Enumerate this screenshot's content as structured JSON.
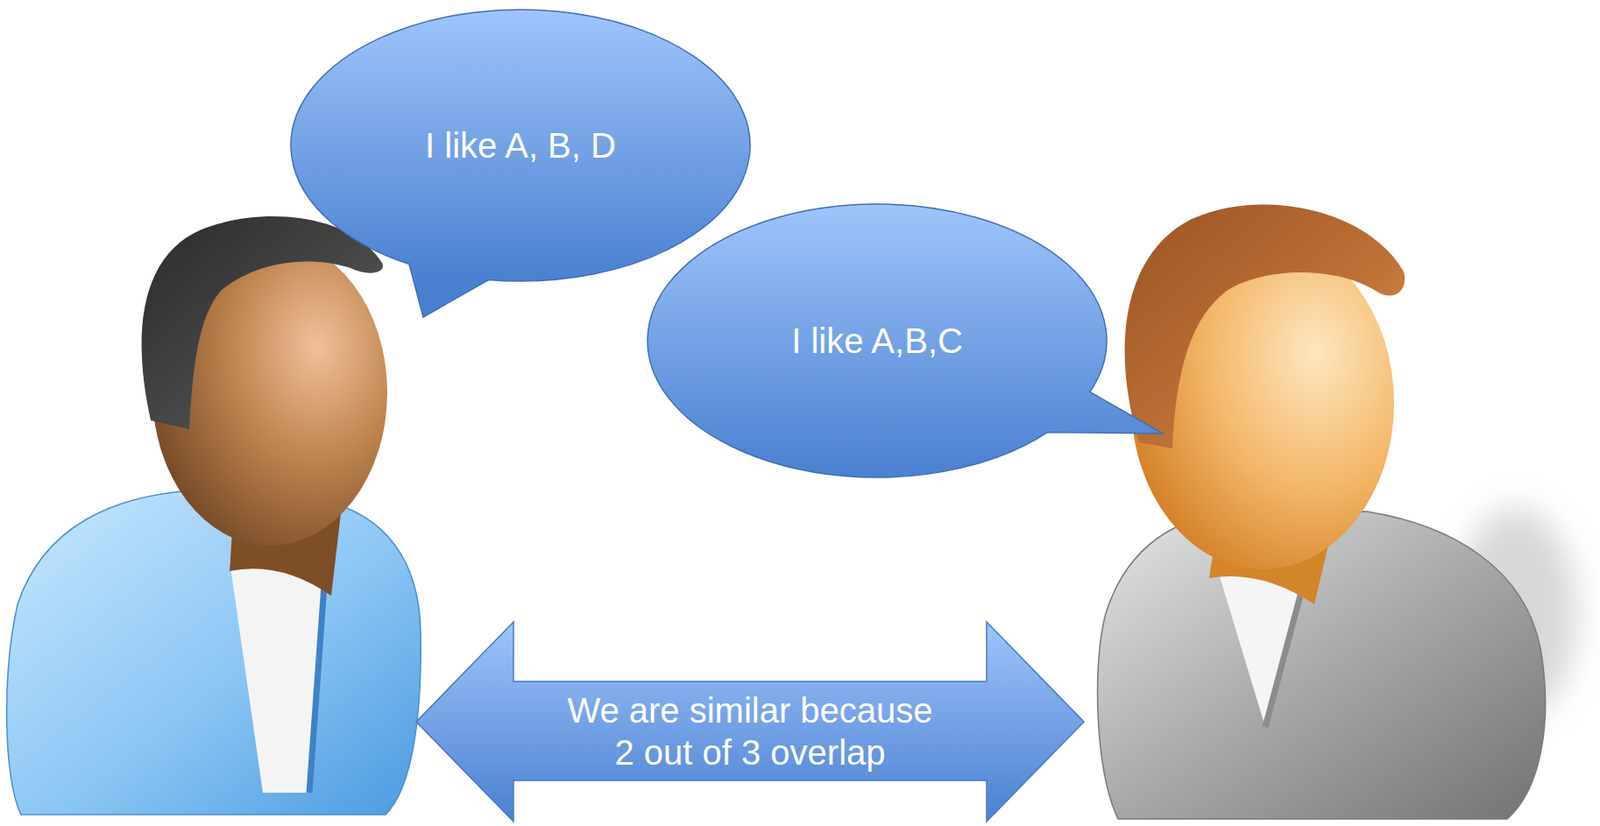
{
  "diagram": {
    "nodes": [
      {
        "text": [
          "I like A, B, D"
        ]
      },
      {
        "text": [
          "I like A,B,C"
        ]
      },
      {
        "text": [
          "We are similar because 2 out of 3 overlap"
        ]
      }
    ]
  }
}
